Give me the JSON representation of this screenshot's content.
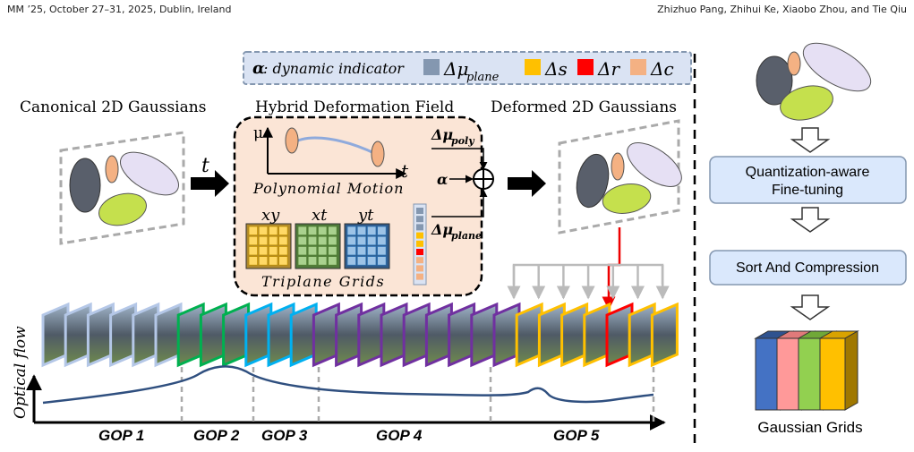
{
  "header": {
    "left": "MM ’25, October 27–31, 2025, Dublin, Ireland",
    "right": "Zhizhuo Pang, Zhihui Ke, Xiaobo Zhou, and Tie Qiu"
  },
  "legend": {
    "alpha_symbol": "α",
    "alpha_text": ": dynamic indicator",
    "items": [
      {
        "label": "Δμ",
        "sub": "plane",
        "color": "#8497b0"
      },
      {
        "label": "Δs",
        "sub": "",
        "color": "#ffc000"
      },
      {
        "label": "Δr",
        "sub": "",
        "color": "#ff0000"
      },
      {
        "label": "Δc",
        "sub": "",
        "color": "#f4b183"
      }
    ]
  },
  "titles": {
    "canonical": "Canonical 2D Gaussians",
    "hybrid": "Hybrid Deformation Field",
    "deformed": "Deformed 2D Gaussians"
  },
  "field": {
    "t_in": "t",
    "mu_axis": "μ",
    "t_axis": "t",
    "poly_label": "Polynomial Motion",
    "delta_poly": "Δμ",
    "delta_poly_sub": "poly",
    "alpha": "α",
    "delta_plane": "Δμ",
    "delta_plane_sub": "plane",
    "grid_labels": [
      "xy",
      "xt",
      "yt"
    ],
    "triplane_label": "Triplane Grids"
  },
  "timeline": {
    "ylabel": "Optical flow",
    "gops": [
      "GOP 1",
      "GOP 2",
      "GOP 3",
      "GOP 4",
      "GOP 5"
    ]
  },
  "pipeline": {
    "step1": [
      "Quantization-aware",
      "Fine-tuning"
    ],
    "step2": "Sort And Compression",
    "result": "Gaussian Grids"
  },
  "colors": {
    "gop1": "#b4c7e7",
    "gop2": "#00b050",
    "gop3": "#00b0f0",
    "gop4": "#7030a0",
    "gop5": "#ffc000",
    "highlight": "#ff0000",
    "field_bg": "#fbe5d6",
    "box_bg": "#dae8fc"
  }
}
